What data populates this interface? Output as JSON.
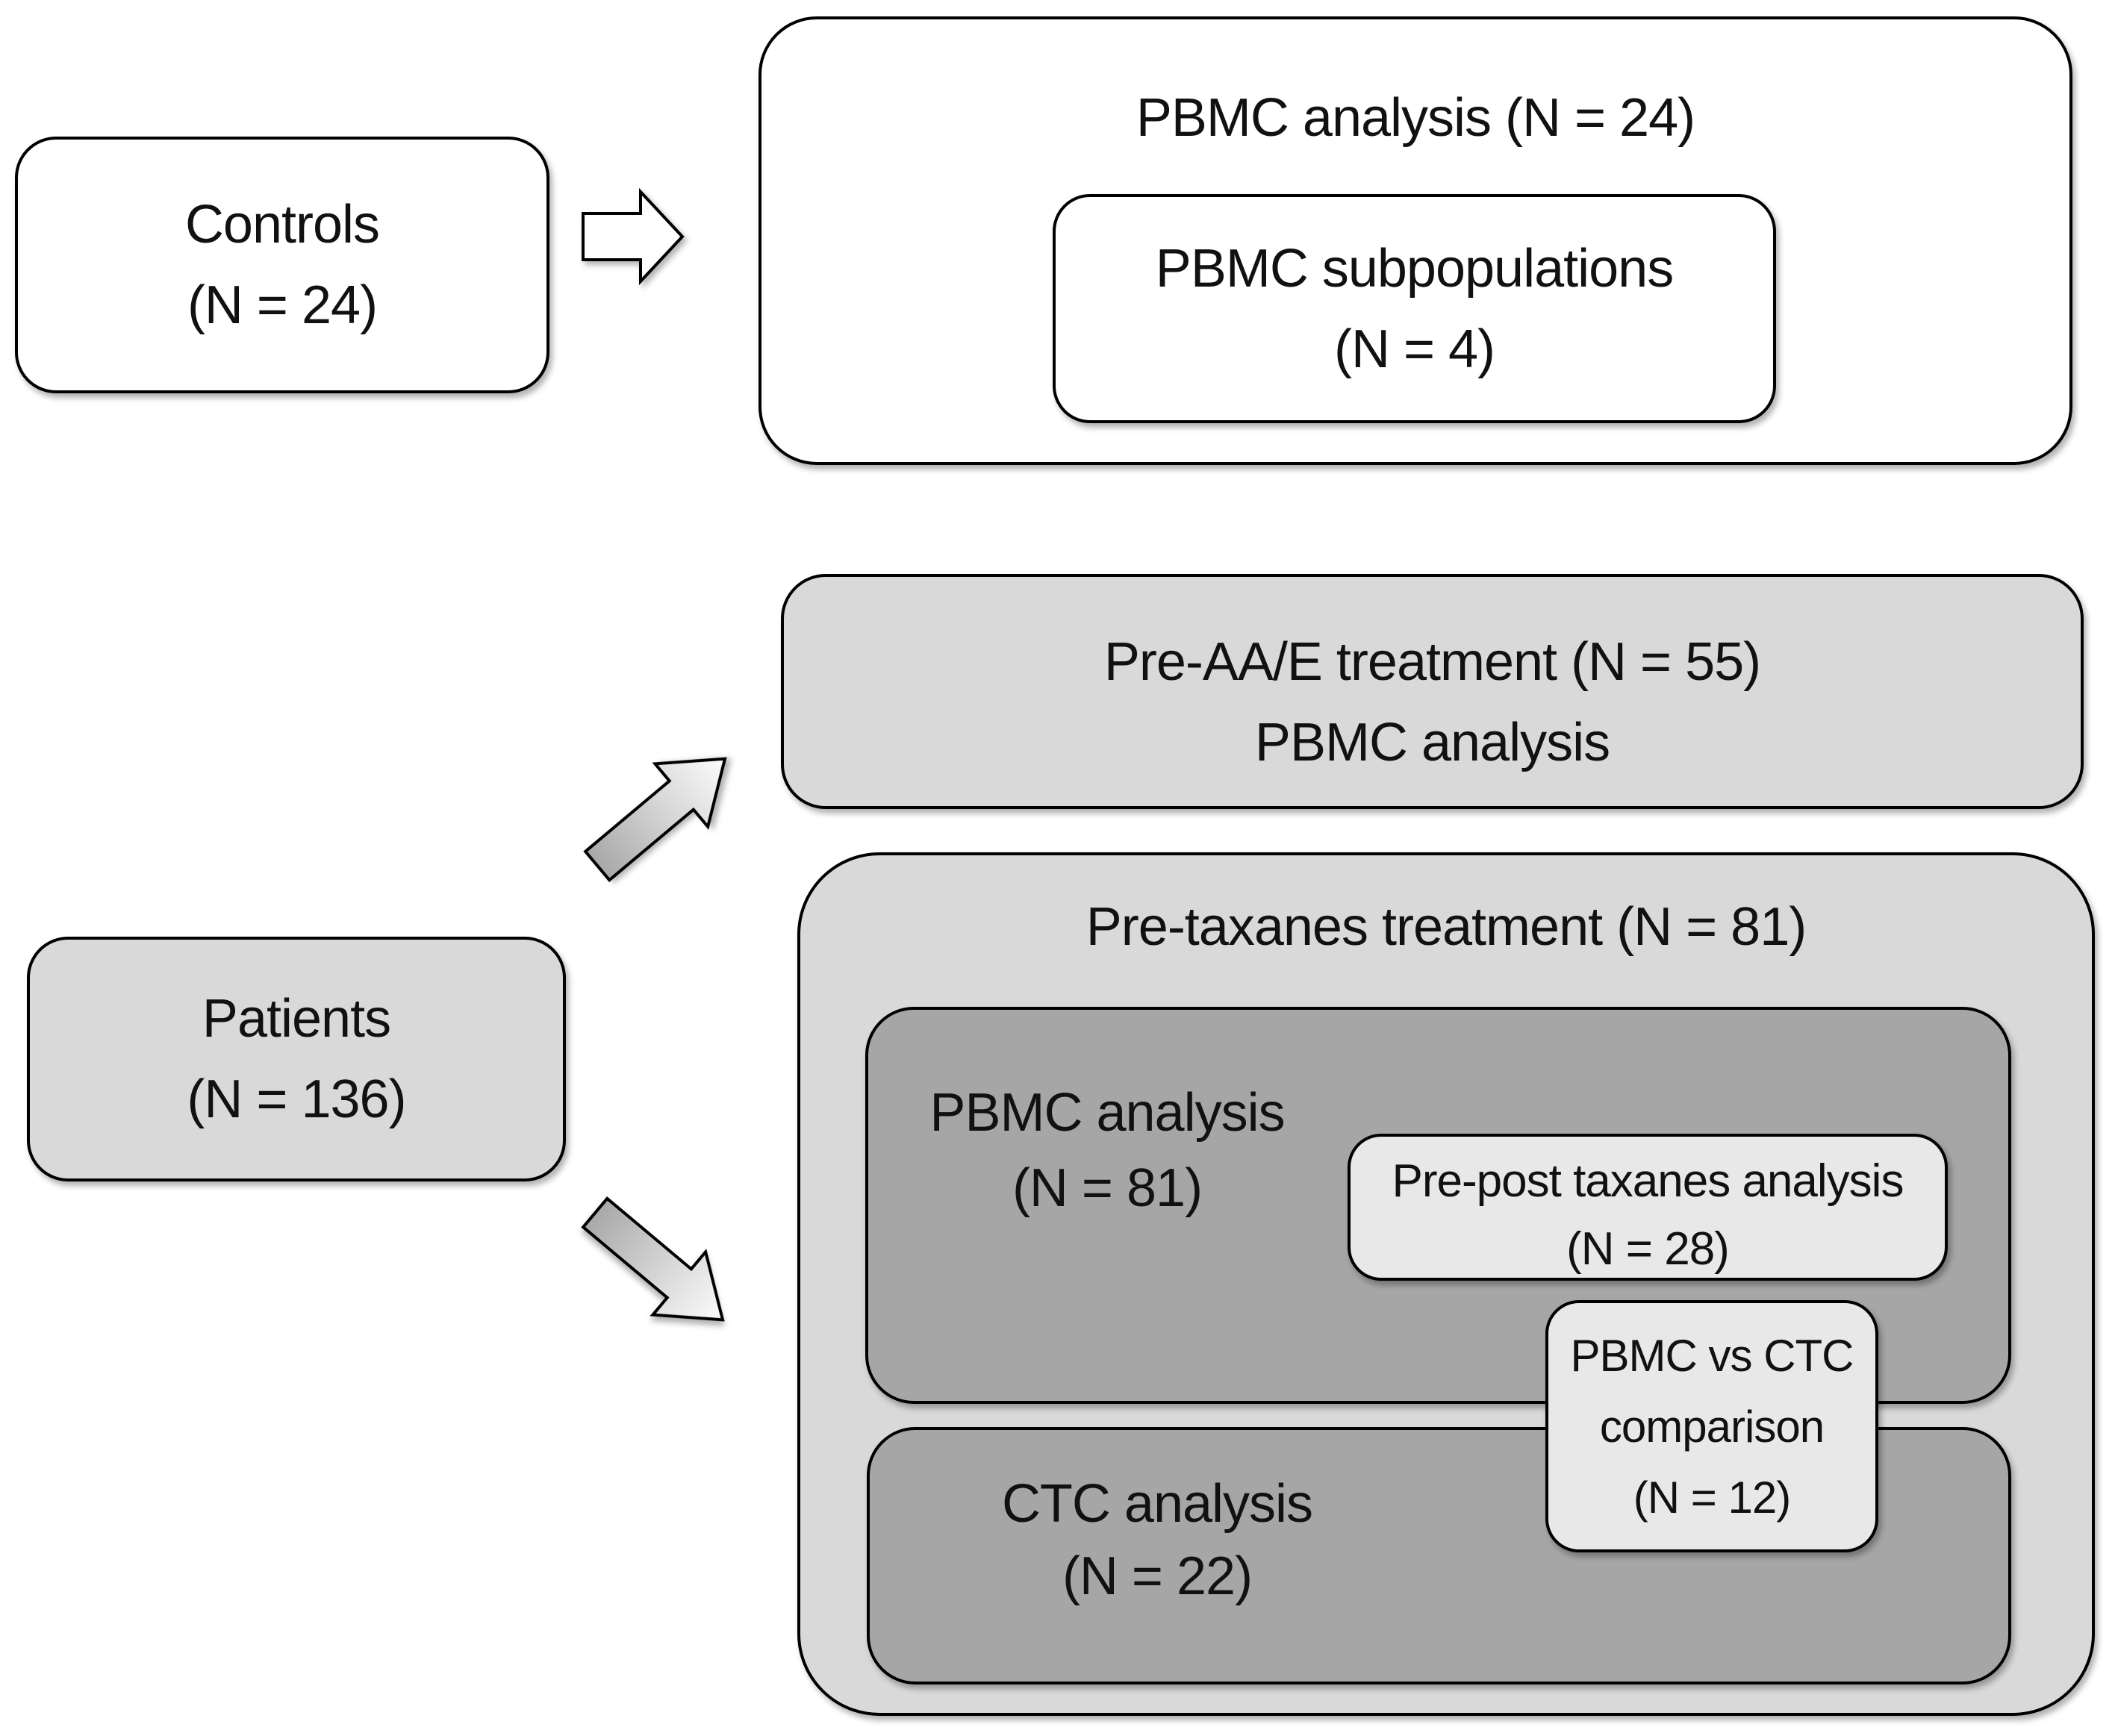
{
  "figure": {
    "controls": {
      "line1": "Controls",
      "line2": "(N = 24)"
    },
    "pbmc_analysis": {
      "title": "PBMC analysis (N = 24)"
    },
    "pbmc_subpopulations": {
      "line1": "PBMC subpopulations",
      "line2": "(N = 4)"
    },
    "pre_aae": {
      "line1": "Pre-AA/E treatment (N = 55)",
      "line2": "PBMC analysis"
    },
    "patients": {
      "line1": "Patients",
      "line2": "(N = 136)"
    },
    "pre_taxanes": {
      "title": "Pre-taxanes treatment (N = 81)"
    },
    "pbmc_81": {
      "line1": "PBMC analysis",
      "line2": "(N = 81)"
    },
    "pre_post_taxanes": {
      "line1": "Pre-post taxanes analysis",
      "line2": "(N = 28)"
    },
    "pbmc_vs_ctc": {
      "line1": "PBMC vs CTC",
      "line2": "comparison",
      "line3": "(N = 12)"
    },
    "ctc": {
      "line1": "CTC analysis",
      "line2": "(N = 22)"
    }
  },
  "icons": {
    "right_arrow": "block-arrow-right",
    "up_right_arrow": "block-arrow-up-right",
    "down_right_arrow": "block-arrow-down-right"
  },
  "colors": {
    "background": "#ffffff",
    "border": "#000000",
    "text": "#111111",
    "light_gray": "#d9d9d9",
    "lighter_gray": "#e8e8e8",
    "dark_gray": "#a6a6a6"
  }
}
